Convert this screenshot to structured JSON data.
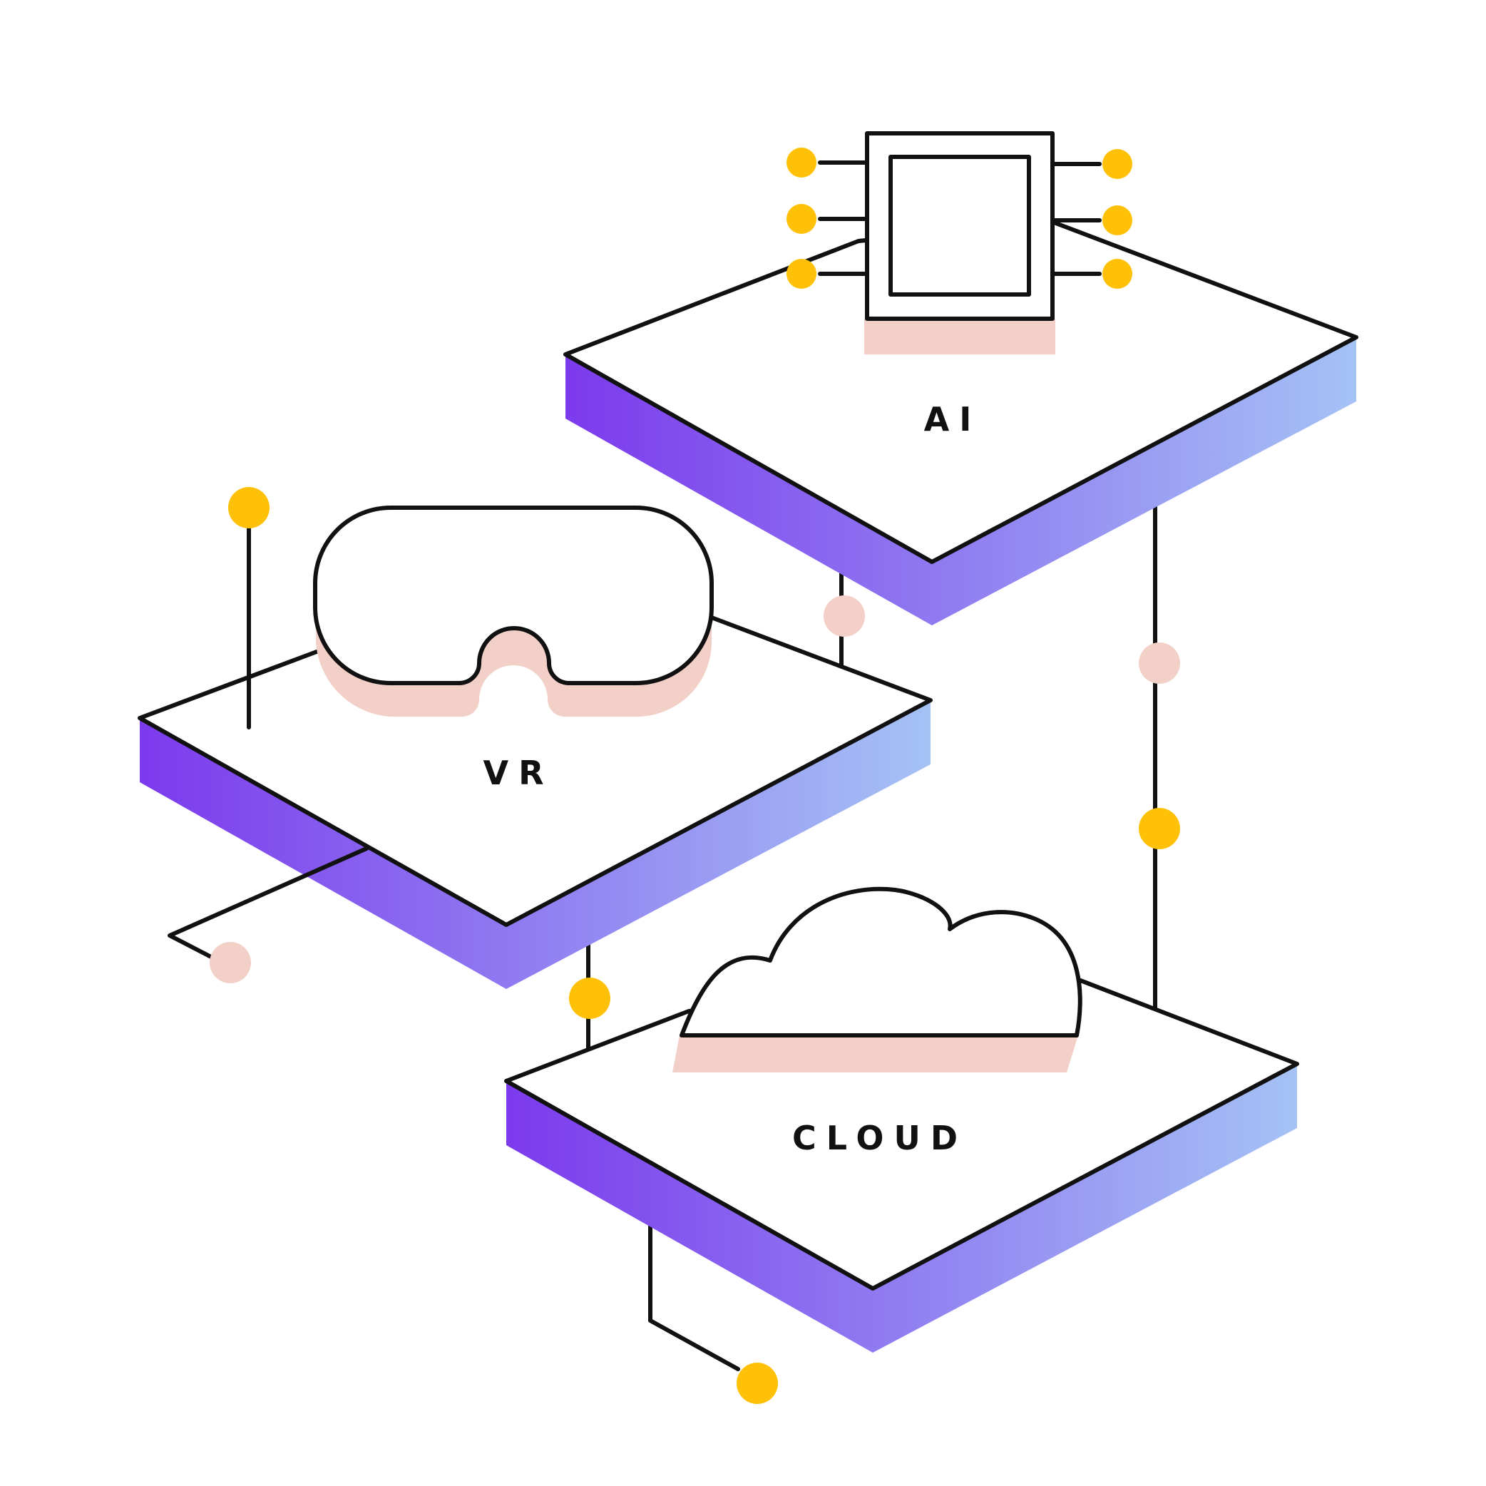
{
  "labels": {
    "ai": "AI",
    "vr": "VR",
    "cloud": "CLOUD"
  },
  "colors": {
    "gradient_start": "#7c3aed",
    "gradient_end": "#a5c2f5",
    "node_yellow": "#ffc107",
    "node_pink": "#f2d0c8",
    "shadow_pink": "#f2d0c8",
    "outline": "#111111",
    "background": "#ffffff"
  },
  "icons": {
    "ai": "chip-icon",
    "vr": "vr-headset-icon",
    "cloud": "cloud-icon"
  }
}
